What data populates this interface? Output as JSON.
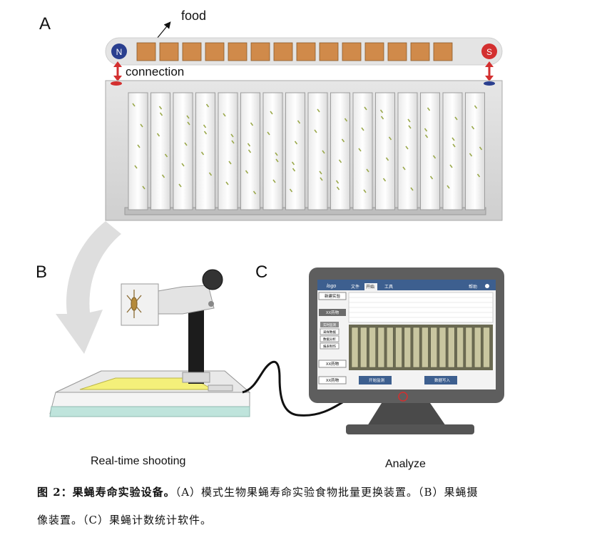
{
  "panels": {
    "a": {
      "letter": "A",
      "food_label": "food",
      "connection_label": "connection",
      "magnet_left": "N",
      "magnet_right": "S",
      "tube_count": 16,
      "food_count": 14
    },
    "b": {
      "letter": "B",
      "caption": "Real-time shooting"
    },
    "c": {
      "letter": "C",
      "caption": "Analyze",
      "software": {
        "logo": "logo",
        "menu": [
          "文件",
          "开始",
          "工具"
        ],
        "help": "帮助",
        "side_buttons": [
          "新建实验",
          "XX药物",
          "XX药物",
          "XX药物"
        ],
        "side_menu": [
          "实时监测",
          "采样数据",
          "数据分析",
          "报表制作"
        ],
        "bottom_buttons": [
          "开始监测",
          "数据写入"
        ]
      }
    }
  },
  "caption": {
    "figure_label": "图 2：",
    "title": "果蝇寿命实验设备。",
    "line1_rest": "（A）模式生物果蝇寿命实验食物批量更换装置。（B）果蝇摄",
    "line2": "像装置。（C）果蝇计数统计软件。"
  },
  "colors": {
    "food": "#d08a4a",
    "north": "#2a3f8f",
    "south": "#d32f2f",
    "arrow": "#d32f2f",
    "yellow": "#f4f07a",
    "screen_blue": "#3d5f8f",
    "tray_mint": "#bfe4dc"
  }
}
